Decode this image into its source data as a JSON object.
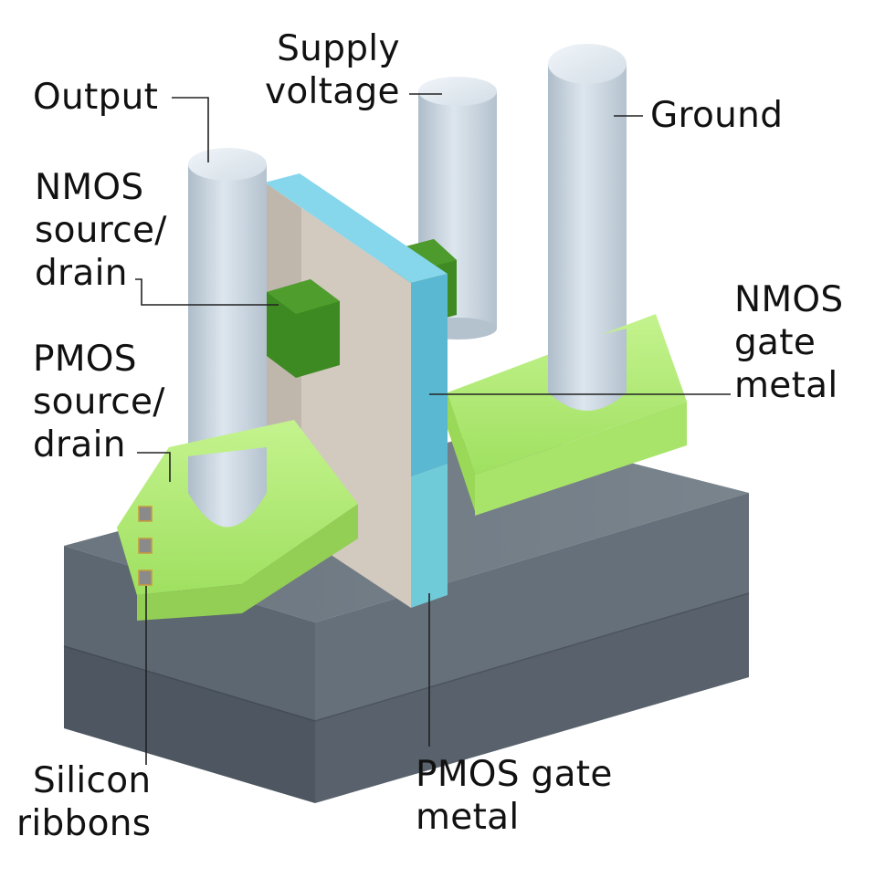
{
  "labels": {
    "output": [
      "Output"
    ],
    "supply_voltage": [
      "Supply",
      "voltage"
    ],
    "ground": [
      "Ground"
    ],
    "nmos_source_drain": [
      "NMOS",
      "source/",
      "drain"
    ],
    "pmos_source_drain": [
      "PMOS",
      "source/",
      "drain"
    ],
    "nmos_gate_metal": [
      "NMOS",
      "gate",
      "metal"
    ],
    "silicon_ribbons": [
      "Silicon",
      "ribbons"
    ],
    "pmos_gate_metal": [
      "PMOS gate",
      "metal"
    ]
  },
  "colors": {
    "substrate_top": "#6c7680",
    "substrate_front": "#4f5862",
    "substrate_side": "#5c656f",
    "pillar": "#c8d4de",
    "gate_wall": "#cfc6bc",
    "nmos_gate_metal": "#5ab9d4",
    "pmos_gate_metal": "#6ccad6",
    "gate_top_edge": "#86d7ec",
    "source_drain_green": "#b8ef7a",
    "nmos_block_green": "#3e8a22",
    "ribbon": "#8a8a8a"
  }
}
